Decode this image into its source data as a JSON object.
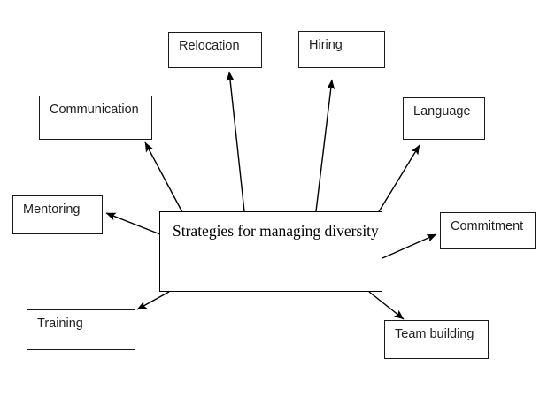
{
  "diagram": {
    "type": "mind-map",
    "center": {
      "id": "center",
      "label": "Strategies for managing diversity"
    },
    "nodes": [
      {
        "id": "relocation",
        "label": "Relocation"
      },
      {
        "id": "hiring",
        "label": "Hiring"
      },
      {
        "id": "communication",
        "label": "Communication"
      },
      {
        "id": "language",
        "label": "Language"
      },
      {
        "id": "mentoring",
        "label": "Mentoring"
      },
      {
        "id": "commitment",
        "label": "Commitment"
      },
      {
        "id": "training",
        "label": "Training"
      },
      {
        "id": "teambuilding",
        "label": "Team building"
      }
    ],
    "connectors": [
      {
        "from": "center",
        "to": "relocation",
        "style": "arrow"
      },
      {
        "from": "center",
        "to": "hiring",
        "style": "arrow"
      },
      {
        "from": "center",
        "to": "communication",
        "style": "arrow"
      },
      {
        "from": "center",
        "to": "language",
        "style": "arrow"
      },
      {
        "from": "center",
        "to": "mentoring",
        "style": "arrow"
      },
      {
        "from": "center",
        "to": "commitment",
        "style": "arrow"
      },
      {
        "from": "center",
        "to": "training",
        "style": "arrow"
      },
      {
        "from": "center",
        "to": "teambuilding",
        "style": "arrow"
      }
    ],
    "colors": {
      "background": "#ffffff",
      "box_border": "#1a1a1a",
      "box_fill": "#ffffff",
      "text": "#231f20",
      "center_text": "#000000",
      "connector": "#000000"
    }
  }
}
